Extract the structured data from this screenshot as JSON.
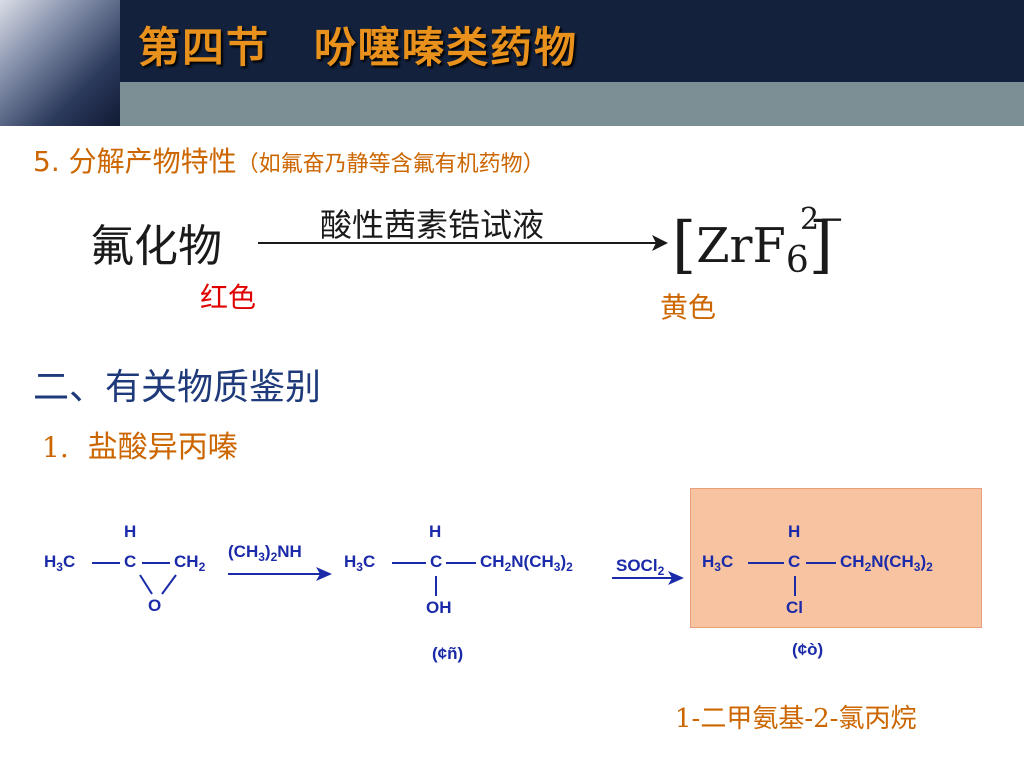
{
  "header": {
    "title": "第四节　吩噻嗪类药物",
    "title_color": "#e8911c",
    "bg_color": "#13213c",
    "band_color": "#7b8f95"
  },
  "section5": {
    "heading": "5. 分解产物特性",
    "note": "（如氟奋乃静等含氟有机药物）"
  },
  "reaction1": {
    "reactant": "氟化物",
    "reagent": "酸性茜素锆试液",
    "product_main": "ZrF",
    "product_sub": "6",
    "bracket_open": "[",
    "bracket_close": "]",
    "charge": "2−",
    "reactant_color_label": "红色",
    "product_color_label": "黄色"
  },
  "section2": {
    "heading": "二、有关物质鉴别",
    "item_num": "1.",
    "item_text": "盐酸异丙嗪"
  },
  "scheme": {
    "epoxide": {
      "h": "H",
      "h3c_a": "H",
      "h3c_b": "3",
      "h3c_c": "C",
      "c": "C",
      "ch2_a": "CH",
      "ch2_b": "2",
      "o": "O"
    },
    "reagent1": {
      "a": "(CH",
      "b": "3",
      "c": ")",
      "d": "2",
      "e": "NH"
    },
    "alcohol": {
      "h": "H",
      "h3c_a": "H",
      "h3c_b": "3",
      "h3c_c": "C",
      "c": "C",
      "r_a": "CH",
      "r_b": "2",
      "r_c": "N(CH",
      "r_d": "3",
      "r_e": ")",
      "r_f": "2",
      "oh": "OH",
      "label": "(¢ñ)"
    },
    "reagent2": {
      "a": "SOCl",
      "b": "2"
    },
    "chloride": {
      "h": "H",
      "h3c_a": "H",
      "h3c_b": "3",
      "h3c_c": "C",
      "c": "C",
      "r_a": "CH",
      "r_b": "2",
      "r_c": "N(CH",
      "r_d": "3",
      "r_e": ")",
      "r_f": "2",
      "cl": "Cl",
      "label": "(¢ò)"
    },
    "highlight_color": "#f8c3a0",
    "chem_color": "#1a2aa8"
  },
  "compound_name": "1-二甲氨基-2-氯丙烷"
}
